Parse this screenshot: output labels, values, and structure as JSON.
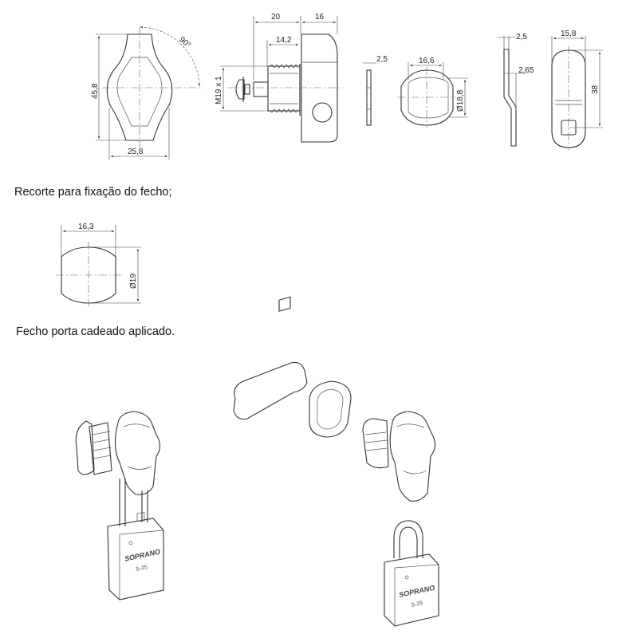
{
  "drawings": {
    "handle_front": {
      "height": "45,8",
      "width": "25,8",
      "angle": "90°"
    },
    "lock_side": {
      "length": "20",
      "head": "16",
      "thread_length": "14,2",
      "thread": "M19 x 1"
    },
    "washer_side": {
      "thickness": "2,5"
    },
    "washer_front": {
      "width": "16,6",
      "diameter": "Ø18,8"
    },
    "cam_side": {
      "thickness": "2,5",
      "offset": "2,65"
    },
    "cam_front": {
      "width": "15,8",
      "length": "38"
    },
    "cutout": {
      "width": "16,3",
      "diameter": "Ø19"
    }
  },
  "captions": {
    "cutout": "Recorte para fixação do fecho;",
    "applied": "Fecho porta cadeado aplicado."
  },
  "padlock": {
    "brand": "SOPRANO",
    "model": "S-25"
  }
}
